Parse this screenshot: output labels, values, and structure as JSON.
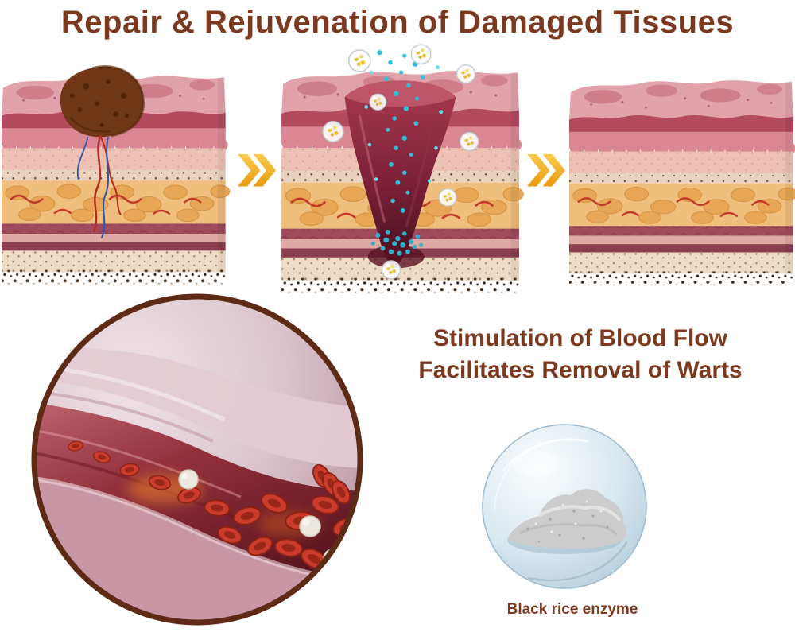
{
  "title": "Repair & Rejuvenation of Damaged Tissues",
  "subtitle": {
    "line1": "Stimulation of Blood Flow",
    "line2": "Facilitates Removal of Warts"
  },
  "powder": {
    "caption": "Black rice enzyme"
  },
  "icons": {
    "progress_arrow": "double-chevron-right",
    "progress_arrow_glyph": "»"
  },
  "colors": {
    "heading_brown": "#7b3a1f",
    "arrow_gold": "#f3b41f",
    "particle_teal": "#35c0d8",
    "wound_red": "#7c2038",
    "circle_border_brown": "#5c2a15"
  },
  "illustrations": {
    "skin_damaged": "skin-cross-section-with-dark-wart",
    "skin_healing": "skin-cross-section-wound-with-enzyme-particles",
    "skin_healed": "skin-cross-section-healed",
    "blood_vessel": "blood-vessel-with-red-blood-cells",
    "powder_sphere": "black-rice-enzyme-powder-in-glass-sphere"
  }
}
